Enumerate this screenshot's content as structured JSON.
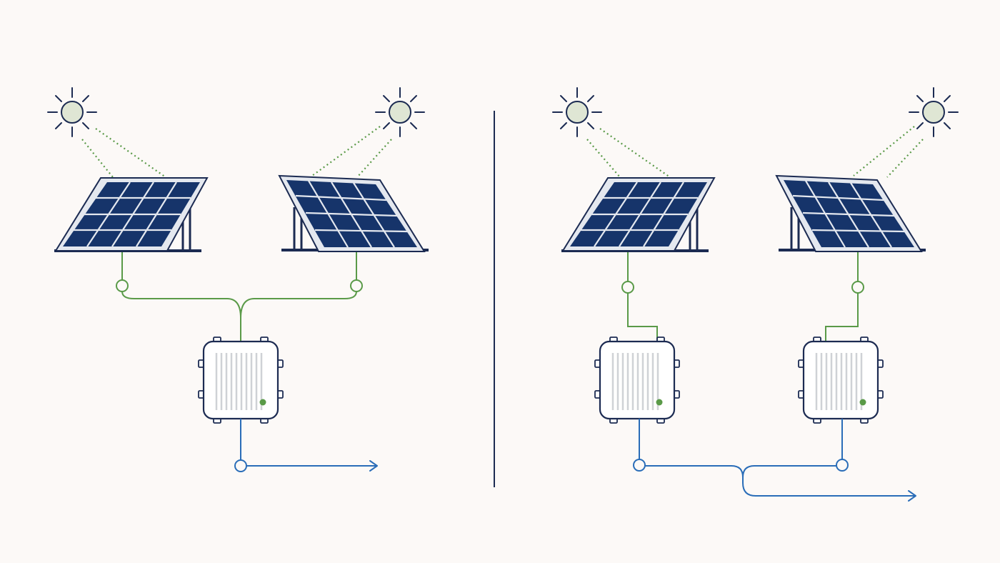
{
  "colors": {
    "background": "#fcf9f7",
    "outline": "#1c2b52",
    "panel_cell": "#16346a",
    "panel_frame": "#e4e8ef",
    "sun_fill": "#dfe6d4",
    "dc_wire": "#5a9a48",
    "ac_wire": "#2a6db8",
    "inverter_body": "#ffffff",
    "inverter_fins": "#cfd2d6",
    "status_led": "#5a9a48"
  },
  "icons": [
    "sun-icon",
    "solar-panel-icon",
    "inverter-icon",
    "arrow-right-icon"
  ],
  "configurations": [
    {
      "inverter_count": 1,
      "panel_count": 2
    },
    {
      "inverter_count": 2,
      "panel_count": 2
    }
  ]
}
